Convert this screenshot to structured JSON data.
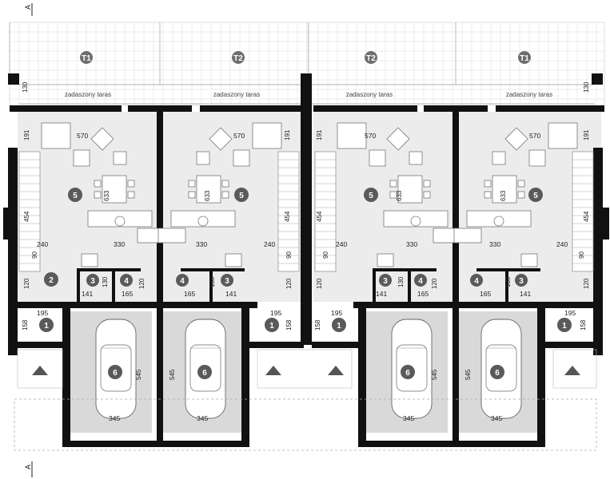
{
  "section_marker": "A",
  "terraces": [
    {
      "id": "terrace-1",
      "code": "T1",
      "label": "zadaszony taras"
    },
    {
      "id": "terrace-2",
      "code": "T2",
      "label": "zadaszony taras"
    },
    {
      "id": "terrace-3",
      "code": "T2",
      "label": "zadaszony taras"
    },
    {
      "id": "terrace-4",
      "code": "T1",
      "label": "zadaszony taras"
    }
  ],
  "dimensions": {
    "living_width": "570",
    "living_depth": "633",
    "kitchen_a": "240",
    "kitchen_b": "330",
    "stair_depth": "454",
    "vestibule_width": "195",
    "vestibule_depth": "158",
    "garage_width": "345",
    "garage_depth": "545",
    "bath_width": "141",
    "bath_depth": "130",
    "wc_width": "165",
    "small_a": "120",
    "small_b": "90",
    "top_offset": "191",
    "terrace_depth": "130"
  },
  "room_numbers": {
    "vestibule": "1",
    "hall": "2",
    "bathroom": "3",
    "storage": "4",
    "living": "5",
    "garage": "6"
  }
}
